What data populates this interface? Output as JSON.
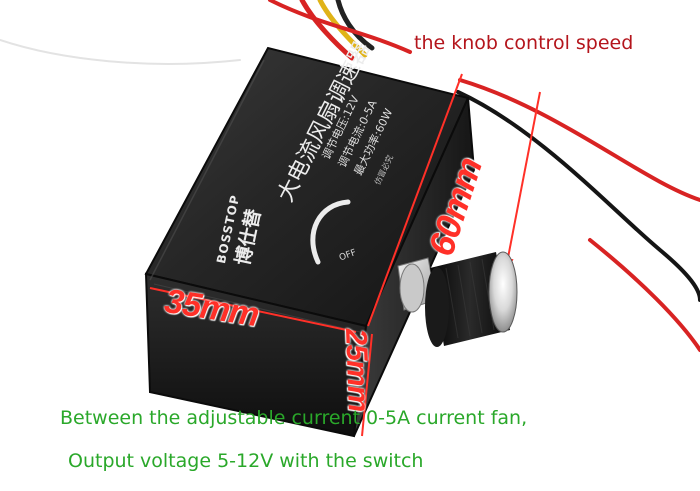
{
  "annotations": {
    "top_caption": "the knob control speed",
    "bottom_caption_line1": "Between the adjustable current 0-5A current fan,",
    "bottom_caption_line2": "Output voltage 5-12V with the switch",
    "dim_width": "35mm",
    "dim_length": "60mm",
    "dim_height": "25mm"
  },
  "device_label": {
    "brand_cn": "博仕替",
    "brand_en": "BOSSTOP",
    "title_cn": "大电流风扇调速器",
    "spec_voltage": "调节电压:12V",
    "spec_current": "调节电流:0-5A",
    "spec_power": "最大功率:60W",
    "spec_small": "仿冒必究",
    "off_mark": "OFF"
  },
  "colors": {
    "top_caption": "#b4151c",
    "dimension_text": "#ff3028",
    "bottom_caption": "#2aa82a",
    "enclosure": "#1c1c1c",
    "label_text": "#ececec"
  }
}
